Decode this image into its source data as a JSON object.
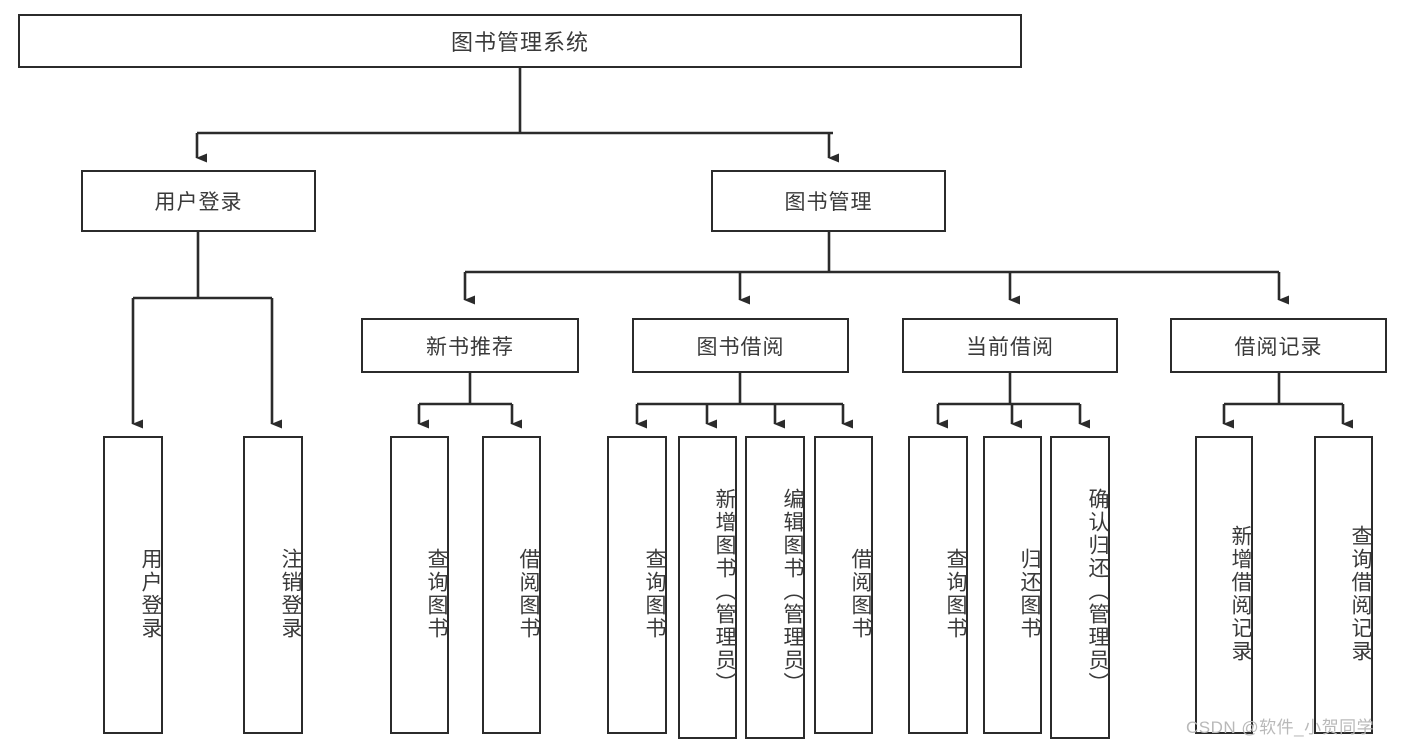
{
  "diagram": {
    "type": "tree",
    "title": "图书管理系统",
    "orientation": "top-down",
    "colors": {
      "box_border": "#2b2b2b",
      "box_fill": "#ffffff",
      "text": "#3a3a3a",
      "connector": "#2b2b2b",
      "watermark": "#b9b9b9"
    },
    "watermark": "CSDN @软件_小贺同学",
    "levels": {
      "root": {
        "label": "图书管理系统"
      },
      "level2": [
        {
          "label": "用户登录"
        },
        {
          "label": "图书管理"
        }
      ],
      "level3": [
        {
          "label": "新书推荐"
        },
        {
          "label": "图书借阅"
        },
        {
          "label": "当前借阅"
        },
        {
          "label": "借阅记录"
        }
      ],
      "leaves": {
        "user_login": [
          {
            "label": "用户登录"
          },
          {
            "label": "注销登录"
          }
        ],
        "new_book_recommend": [
          {
            "label": "查询图书"
          },
          {
            "label": "借阅图书"
          }
        ],
        "book_borrow": [
          {
            "label": "查询图书"
          },
          {
            "label": "新增图书（管理员）"
          },
          {
            "label": "编辑图书（管理员）"
          },
          {
            "label": "借阅图书"
          }
        ],
        "current_borrow": [
          {
            "label": "查询图书"
          },
          {
            "label": "归还图书"
          },
          {
            "label": "确认归还（管理员）"
          }
        ],
        "borrow_record": [
          {
            "label": "新增借阅记录"
          },
          {
            "label": "查询借阅记录"
          }
        ]
      }
    }
  }
}
